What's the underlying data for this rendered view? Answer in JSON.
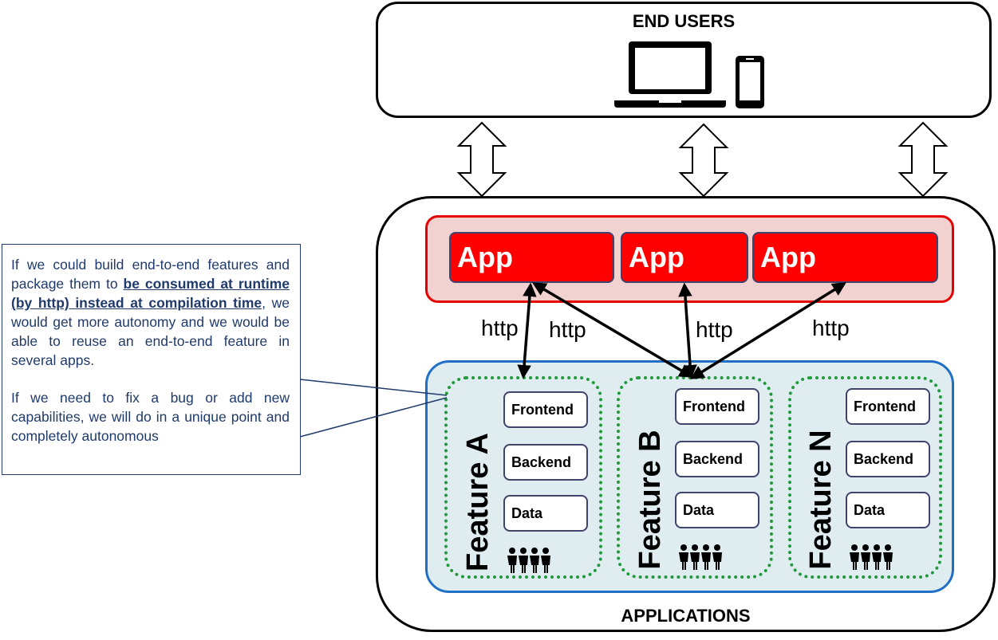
{
  "end_users": {
    "title": "END USERS",
    "icons": [
      "laptop-icon",
      "mobile-phone-icon"
    ]
  },
  "applications": {
    "title": "APPLICATIONS",
    "apps": [
      {
        "label": "App"
      },
      {
        "label": "App"
      },
      {
        "label": "App"
      }
    ]
  },
  "connections": {
    "http_labels": [
      "http",
      "http",
      "http",
      "http"
    ]
  },
  "features": [
    {
      "label": "Feature A",
      "layers": [
        "Frontend",
        "Backend",
        "Data"
      ],
      "team_icon": "team-icon"
    },
    {
      "label": "Feature B",
      "layers": [
        "Frontend",
        "Backend",
        "Data"
      ],
      "team_icon": "team-icon"
    },
    {
      "label": "Feature N",
      "layers": [
        "Frontend",
        "Backend",
        "Data"
      ],
      "team_icon": "team-icon"
    }
  ],
  "note": {
    "paragraph1_start": "If we could build end-to-end features and package them to ",
    "paragraph1_emphasis": "be consumed at runtime (by http) instead at compilation time",
    "paragraph1_end": ", we would get more autonomy and we would be able to reuse an end-to-end feature in several apps.",
    "paragraph2": "If we need to fix a bug or add new capabilities, we will do in a unique point and completely autonomous"
  },
  "colors": {
    "app_red": "#ff0000",
    "apps_bar_fill": "#f2d1d1",
    "apps_bar_border": "#e60000",
    "features_fill": "#dfecf0",
    "features_border": "#1f6fc5",
    "feature_dotted_border": "#1f9a3a",
    "note_text": "#1f3a6b"
  }
}
